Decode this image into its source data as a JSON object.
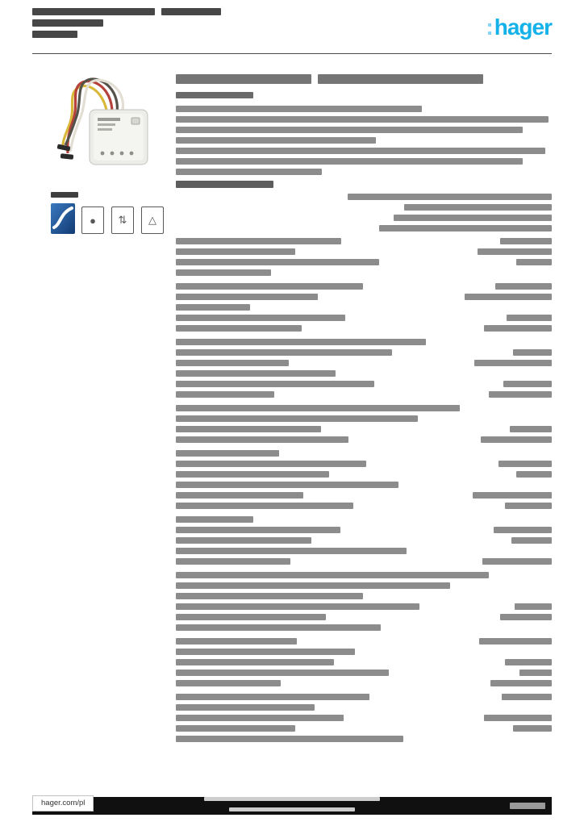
{
  "brand": {
    "logo_mark": ":",
    "logo_text": "hager",
    "logo_color": "#14b2e8"
  },
  "left": {
    "icons": [
      {
        "name": "feature-icon-dot",
        "glyph": "●"
      },
      {
        "name": "feature-icon-arrows",
        "glyph": "⇅"
      },
      {
        "name": "feature-icon-triangle",
        "glyph": "△"
      }
    ]
  },
  "footer": {
    "url": "hager.com/pl"
  },
  "redacted": {
    "title_lines": [
      [
        152,
        74
      ],
      [
        88
      ],
      [
        56
      ]
    ],
    "ref_lines": [
      [
        34
      ]
    ],
    "heading_lines": [
      [
        168,
        205
      ]
    ],
    "kicker_lines": [
      [
        96
      ]
    ],
    "paragraph_lines": [
      [
        305
      ],
      [
        462
      ],
      [
        430
      ],
      [
        248
      ],
      [
        458
      ],
      [
        430
      ],
      [
        181
      ]
    ],
    "subhead_lines": [
      [
        121
      ]
    ],
    "right_block_lines": [
      [
        253
      ],
      [
        183
      ],
      [
        196
      ],
      [
        214
      ]
    ],
    "footer_lines": [
      [
        218
      ],
      [
        156
      ]
    ],
    "spec_sections": [
      {
        "rows": [
          {
            "l": 205,
            "r": 64
          },
          {
            "l": 148,
            "r": 92
          },
          {
            "l": 252,
            "r": 44
          },
          {
            "l": 118,
            "r": 0
          }
        ]
      },
      {
        "rows": [
          {
            "l": 232,
            "r": 70
          },
          {
            "l": 176,
            "r": 108
          },
          {
            "l": 92,
            "r": 0
          },
          {
            "l": 210,
            "r": 56
          },
          {
            "l": 156,
            "r": 84
          }
        ]
      },
      {
        "rows": [
          {
            "l": 310,
            "r": 0
          },
          {
            "l": 268,
            "r": 48
          },
          {
            "l": 140,
            "r": 96
          },
          {
            "l": 198,
            "r": 0
          },
          {
            "l": 246,
            "r": 60
          },
          {
            "l": 122,
            "r": 78
          }
        ]
      },
      {
        "rows": [
          {
            "l": 352,
            "r": 0
          },
          {
            "l": 300,
            "r": 0
          },
          {
            "l": 180,
            "r": 52
          },
          {
            "l": 214,
            "r": 88
          }
        ]
      },
      {
        "rows": [
          {
            "l": 128,
            "r": 0
          },
          {
            "l": 236,
            "r": 66
          },
          {
            "l": 190,
            "r": 44
          },
          {
            "l": 276,
            "r": 0
          },
          {
            "l": 158,
            "r": 98
          },
          {
            "l": 220,
            "r": 58
          }
        ]
      },
      {
        "rows": [
          {
            "l": 96,
            "r": 0
          },
          {
            "l": 204,
            "r": 72
          },
          {
            "l": 168,
            "r": 50
          },
          {
            "l": 286,
            "r": 0
          },
          {
            "l": 142,
            "r": 86
          }
        ]
      },
      {
        "rows": [
          {
            "l": 388,
            "r": 0
          },
          {
            "l": 340,
            "r": 0
          },
          {
            "l": 232,
            "r": 0
          },
          {
            "l": 302,
            "r": 46
          },
          {
            "l": 186,
            "r": 64
          },
          {
            "l": 254,
            "r": 0
          }
        ]
      },
      {
        "rows": [
          {
            "l": 150,
            "r": 90
          },
          {
            "l": 222,
            "r": 0
          },
          {
            "l": 196,
            "r": 58
          },
          {
            "l": 264,
            "r": 40
          },
          {
            "l": 130,
            "r": 76
          }
        ]
      },
      {
        "rows": [
          {
            "l": 240,
            "r": 62
          },
          {
            "l": 172,
            "r": 0
          },
          {
            "l": 208,
            "r": 84
          },
          {
            "l": 148,
            "r": 48
          },
          {
            "l": 282,
            "r": 0
          }
        ]
      }
    ]
  }
}
